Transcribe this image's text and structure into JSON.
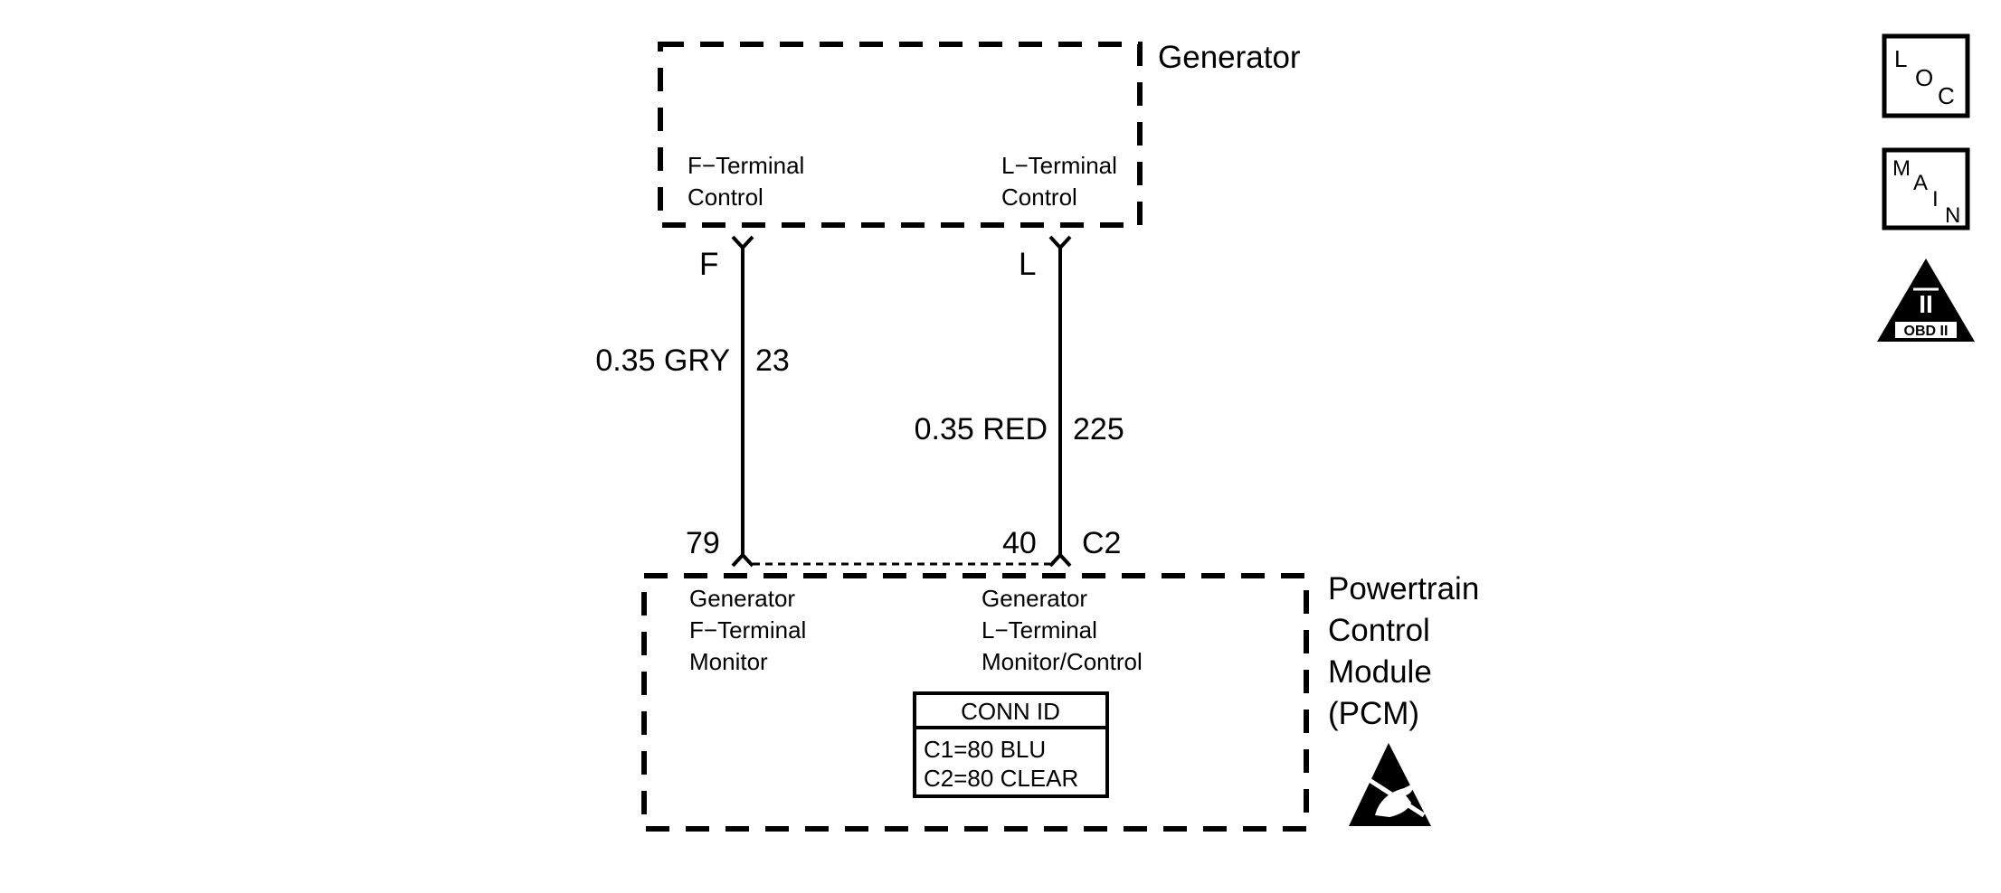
{
  "generator": {
    "title": "Generator",
    "f_control": [
      "F−Terminal",
      "Control"
    ],
    "l_control": [
      "L−Terminal",
      "Control"
    ]
  },
  "wires": {
    "f": {
      "pin_letter": "F",
      "size_color": "0.35 GRY",
      "circuit": "23",
      "pcm_pin": "79"
    },
    "l": {
      "pin_letter": "L",
      "size_color": "0.35 RED",
      "circuit": "225",
      "pcm_pin": "40",
      "connector": "C2"
    }
  },
  "pcm": {
    "title": [
      "Powertrain",
      "Control",
      "Module",
      "(PCM)"
    ],
    "f_monitor": [
      "Generator",
      "F−Terminal",
      "Monitor"
    ],
    "l_monitor": [
      "Generator",
      "L−Terminal",
      "Monitor/Control"
    ],
    "conn_id": {
      "header": "CONN ID",
      "rows": [
        "C1=80 BLU",
        "C2=80 CLEAR"
      ]
    }
  },
  "side_icons": {
    "loc": {
      "icon": "loc-icon",
      "letters": [
        "L",
        "O",
        "C"
      ]
    },
    "main": {
      "icon": "main-icon",
      "letters": [
        "M",
        "A",
        "I",
        "N"
      ]
    },
    "obd": {
      "icon": "obd-ii-icon",
      "numeral": "II",
      "text": "OBD II"
    }
  },
  "esd_icon": "esd-sensitive-icon"
}
